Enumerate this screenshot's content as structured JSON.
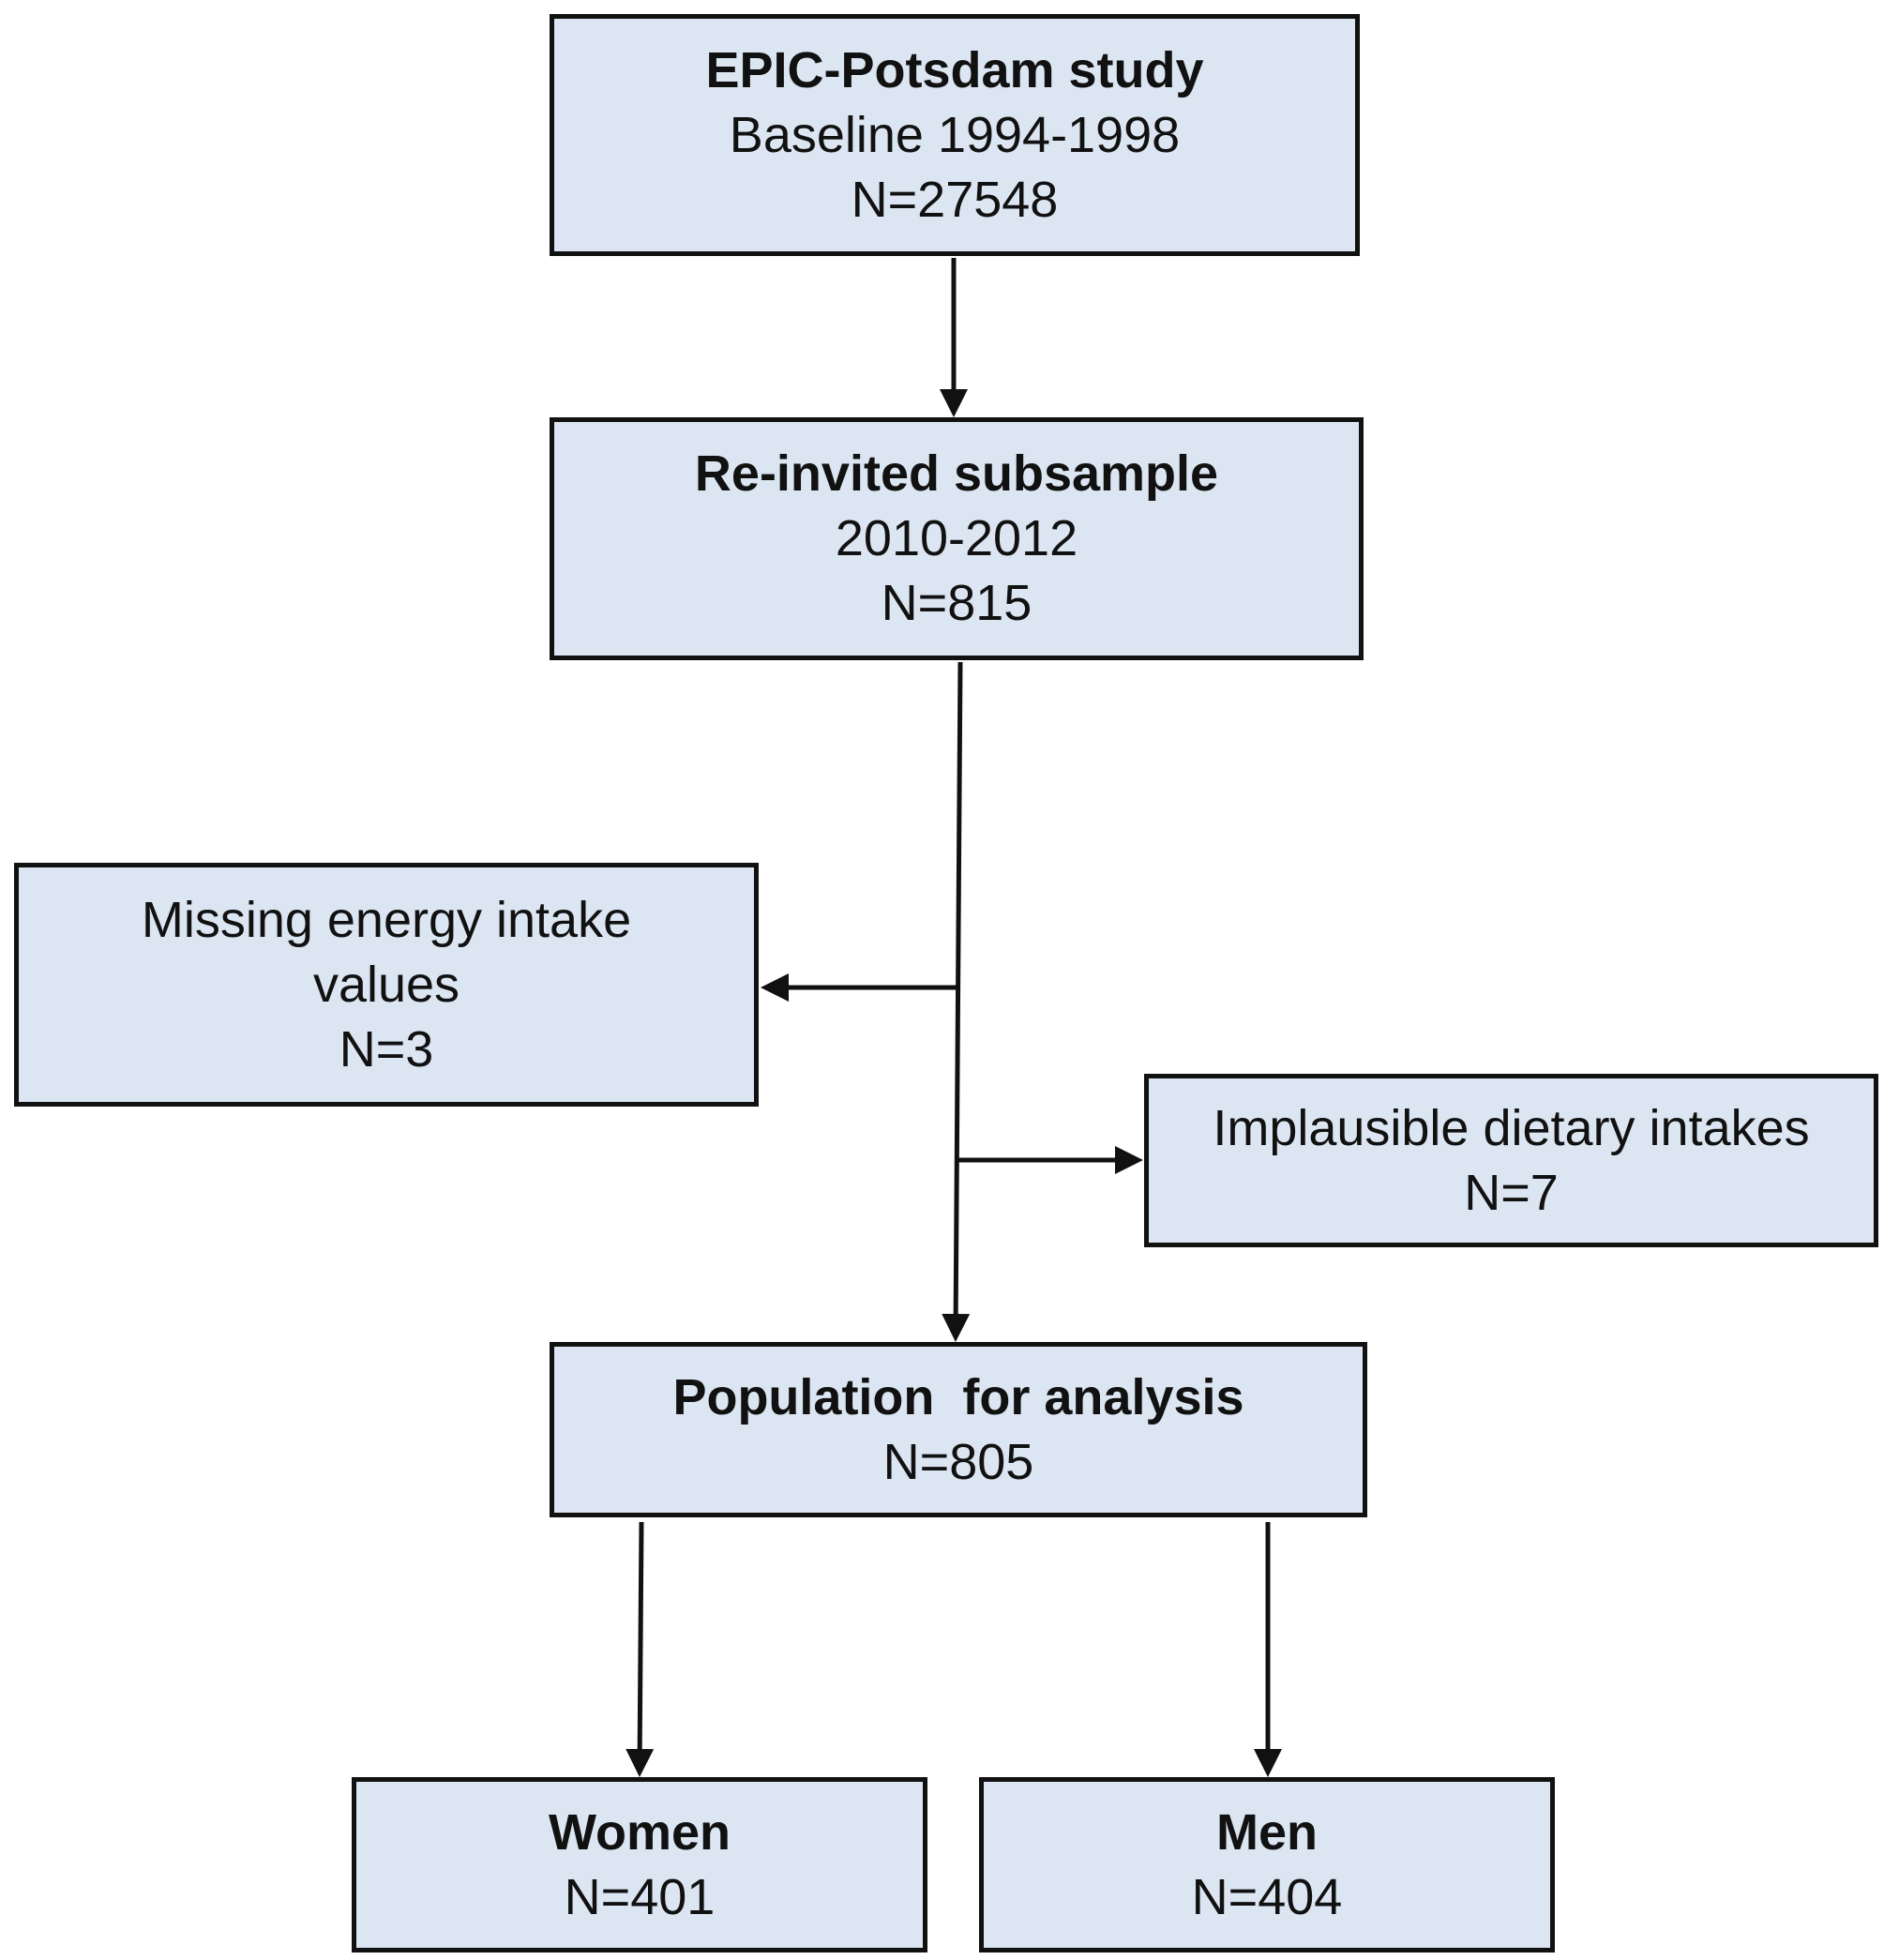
{
  "diagram": {
    "nodes": {
      "baseline": {
        "title": "EPIC-Potsdam study",
        "line2": "Baseline 1994-1998",
        "line3": "N=27548"
      },
      "reinvited": {
        "title": "Re-invited subsample",
        "line2": "2010-2012",
        "line3": "N=815"
      },
      "missing": {
        "line1": "Missing energy intake",
        "line2": "values",
        "line3": "N=3"
      },
      "implausible": {
        "line1": "Implausible dietary intakes",
        "line2": "N=7"
      },
      "population": {
        "title": "Population  for analysis",
        "line2": "N=805"
      },
      "women": {
        "title": "Women",
        "line2": "N=401"
      },
      "men": {
        "title": "Men",
        "line2": "N=404"
      }
    },
    "edges": [
      {
        "from": "baseline",
        "to": "reinvited"
      },
      {
        "from": "reinvited",
        "to": "population"
      },
      {
        "from": "reinvited",
        "to": "missing"
      },
      {
        "from": "reinvited",
        "to": "implausible"
      },
      {
        "from": "population",
        "to": "women"
      },
      {
        "from": "population",
        "to": "men"
      }
    ],
    "colors": {
      "box_fill": "#dce6f2",
      "stroke": "#111111"
    }
  }
}
